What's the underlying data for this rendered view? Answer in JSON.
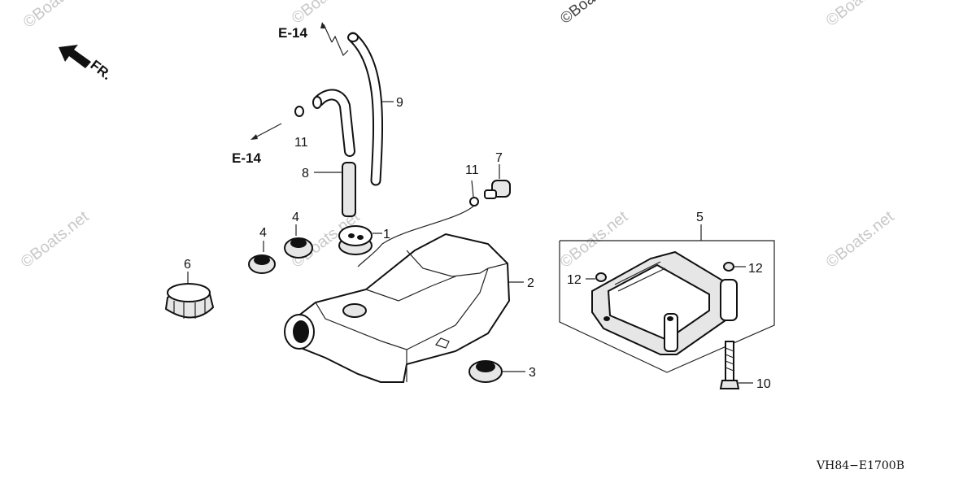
{
  "watermark": "©Boats.net",
  "direction": {
    "label": "FR."
  },
  "references": {
    "e14_top": "E-14",
    "e14_left": "E-14"
  },
  "callouts": {
    "c1": "1",
    "c2": "2",
    "c3": "3",
    "c4a": "4",
    "c4b": "4",
    "c5": "5",
    "c6": "6",
    "c7": "7",
    "c8": "8",
    "c9": "9",
    "c10": "10",
    "c11a": "11",
    "c11b": "11",
    "c12a": "12",
    "c12b": "12"
  },
  "diagram_code": "VH84−E1700B"
}
